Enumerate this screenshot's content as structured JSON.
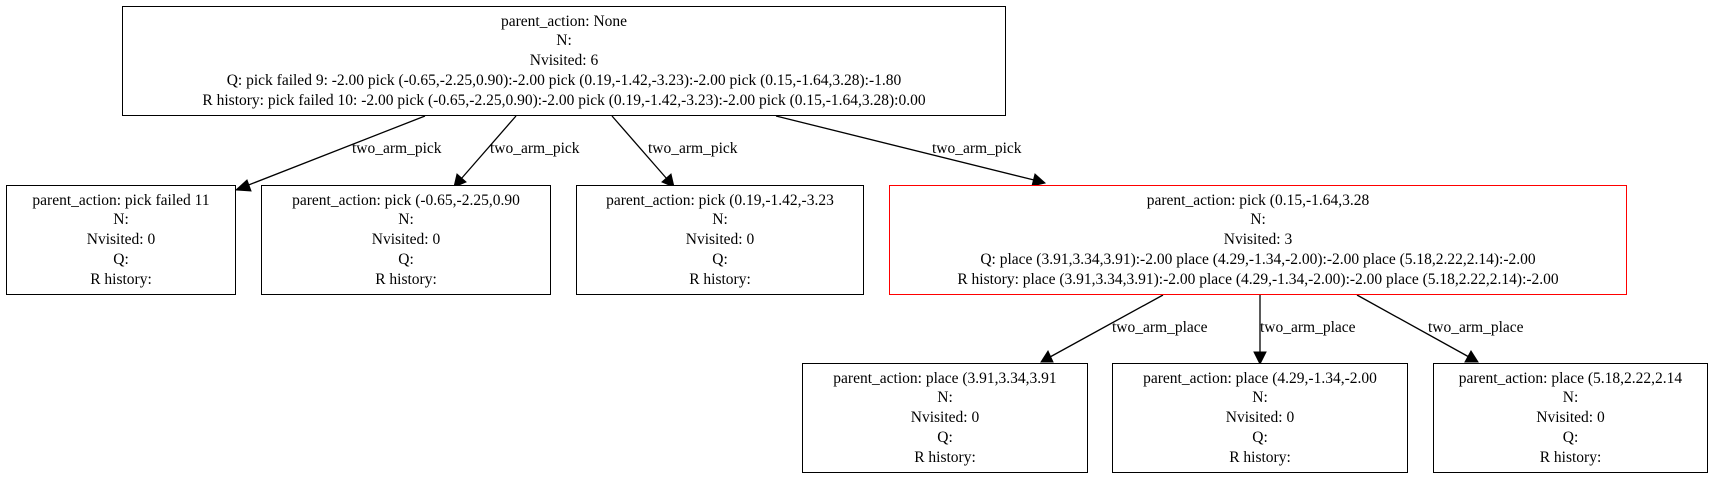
{
  "nodes": {
    "root": {
      "parent_action": "parent_action: None",
      "n": "N:",
      "nvisited": "Nvisited: 6",
      "q": "Q: pick failed 9: -2.00 pick (-0.65,-2.25,0.90):-2.00 pick (0.19,-1.42,-3.23):-2.00 pick (0.15,-1.64,3.28):-1.80",
      "r_history": "R history: pick failed 10: -2.00 pick (-0.65,-2.25,0.90):-2.00 pick (0.19,-1.42,-3.23):-2.00 pick (0.15,-1.64,3.28):0.00"
    },
    "pick_failed": {
      "parent_action": "parent_action: pick failed 11",
      "n": "N:",
      "nvisited": "Nvisited: 0",
      "q": "Q:",
      "r_history": "R history:"
    },
    "pick_a": {
      "parent_action": "parent_action: pick (-0.65,-2.25,0.90",
      "n": "N:",
      "nvisited": "Nvisited: 0",
      "q": "Q:",
      "r_history": "R history:"
    },
    "pick_b": {
      "parent_action": "parent_action: pick (0.19,-1.42,-3.23",
      "n": "N:",
      "nvisited": "Nvisited: 0",
      "q": "Q:",
      "r_history": "R history:"
    },
    "pick_c": {
      "parent_action": "parent_action: pick (0.15,-1.64,3.28",
      "n": "N:",
      "nvisited": "Nvisited: 3",
      "q": "Q: place (3.91,3.34,3.91):-2.00 place (4.29,-1.34,-2.00):-2.00 place (5.18,2.22,2.14):-2.00",
      "r_history": "R history: place (3.91,3.34,3.91):-2.00 place (4.29,-1.34,-2.00):-2.00 place (5.18,2.22,2.14):-2.00"
    },
    "place_a": {
      "parent_action": "parent_action: place (3.91,3.34,3.91",
      "n": "N:",
      "nvisited": "Nvisited: 0",
      "q": "Q:",
      "r_history": "R history:"
    },
    "place_b": {
      "parent_action": "parent_action: place (4.29,-1.34,-2.00",
      "n": "N:",
      "nvisited": "Nvisited: 0",
      "q": "Q:",
      "r_history": "R history:"
    },
    "place_c": {
      "parent_action": "parent_action: place (5.18,2.22,2.14",
      "n": "N:",
      "nvisited": "Nvisited: 0",
      "q": "Q:",
      "r_history": "R history:"
    }
  },
  "edges": [
    {
      "from": "root",
      "to": "pick_failed",
      "label": "two_arm_pick"
    },
    {
      "from": "root",
      "to": "pick_a",
      "label": "two_arm_pick"
    },
    {
      "from": "root",
      "to": "pick_b",
      "label": "two_arm_pick"
    },
    {
      "from": "root",
      "to": "pick_c",
      "label": "two_arm_pick"
    },
    {
      "from": "pick_c",
      "to": "place_a",
      "label": "two_arm_place"
    },
    {
      "from": "pick_c",
      "to": "place_b",
      "label": "two_arm_place"
    },
    {
      "from": "pick_c",
      "to": "place_c",
      "label": "two_arm_place"
    }
  ],
  "colors": {
    "node_border": "#000000",
    "highlight_border": "#ff0000",
    "edge": "#000000",
    "background": "#ffffff"
  }
}
